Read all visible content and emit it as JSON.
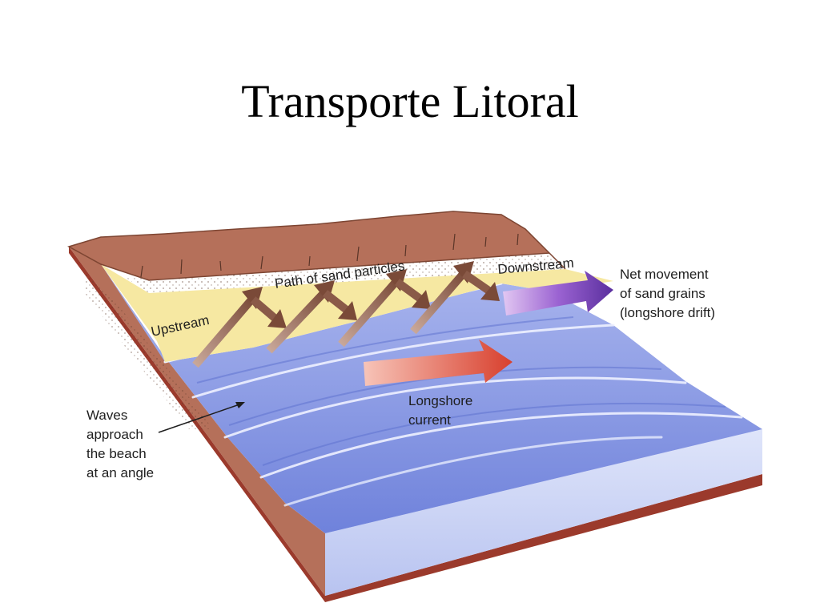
{
  "slide": {
    "title": "Transporte Litoral"
  },
  "diagram": {
    "labels": {
      "path_of_sand": "Path of sand particles",
      "upstream": "Upstream",
      "downstream": "Downstream",
      "net_movement": [
        "Net movement",
        "of sand grains",
        "(longshore drift)"
      ],
      "longshore_current": [
        "Longshore",
        "current"
      ],
      "waves": [
        "Waves",
        "approach",
        "the beach",
        "at an angle"
      ]
    },
    "colors": {
      "cliff": "#b5705a",
      "cliff_dark": "#8a4a38",
      "sand": "#f6e8a2",
      "water_light": "#c2ccf2",
      "water": "#7d8ee0",
      "block_side": "#cbd3f4",
      "seabed": "#9b3a2c",
      "sand_arrow": "#8a5a48",
      "current_arrow": "#d8503c",
      "drift_arrow": "#6a3fb0"
    }
  }
}
